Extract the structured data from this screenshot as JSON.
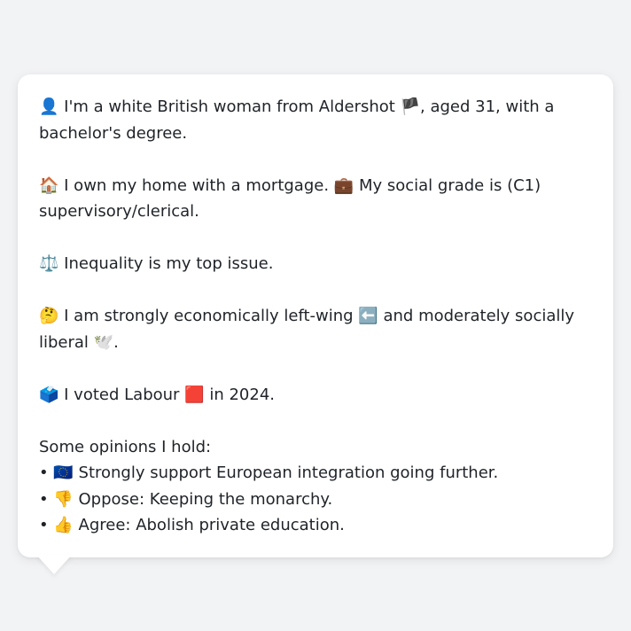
{
  "profile": {
    "identity": {
      "icon": "👤",
      "text_before_flag": "I'm a white British woman from Aldershot",
      "flag": "🏴",
      "text_after_flag": ", aged 31, with a bachelor's degree."
    },
    "housing": {
      "icon": "🏠",
      "text": "I own my home with a mortgage.",
      "work_icon": "💼",
      "work_text": "My social grade is (C1) supervisory/clerical."
    },
    "issue": {
      "icon": "⚖️",
      "text": "Inequality is my top issue."
    },
    "ideology": {
      "icon": "🤔",
      "text_before": "I am strongly economically left-wing",
      "left_icon": "⬅️",
      "text_after": "and moderately socially liberal",
      "dove_icon": "🕊️",
      "end": "."
    },
    "vote": {
      "icon": "🗳️",
      "text_before": "I voted Labour",
      "party_icon": "🟥",
      "text_after": "in 2024."
    },
    "opinions": {
      "heading": "Some opinions I hold:",
      "items": [
        {
          "bullet": "•",
          "icon": "🇪🇺",
          "text": "Strongly support European integration going further."
        },
        {
          "bullet": "•",
          "icon": "👎",
          "text": "Oppose: Keeping the monarchy."
        },
        {
          "bullet": "•",
          "icon": "👍",
          "text": "Agree: Abolish private education."
        }
      ]
    }
  }
}
